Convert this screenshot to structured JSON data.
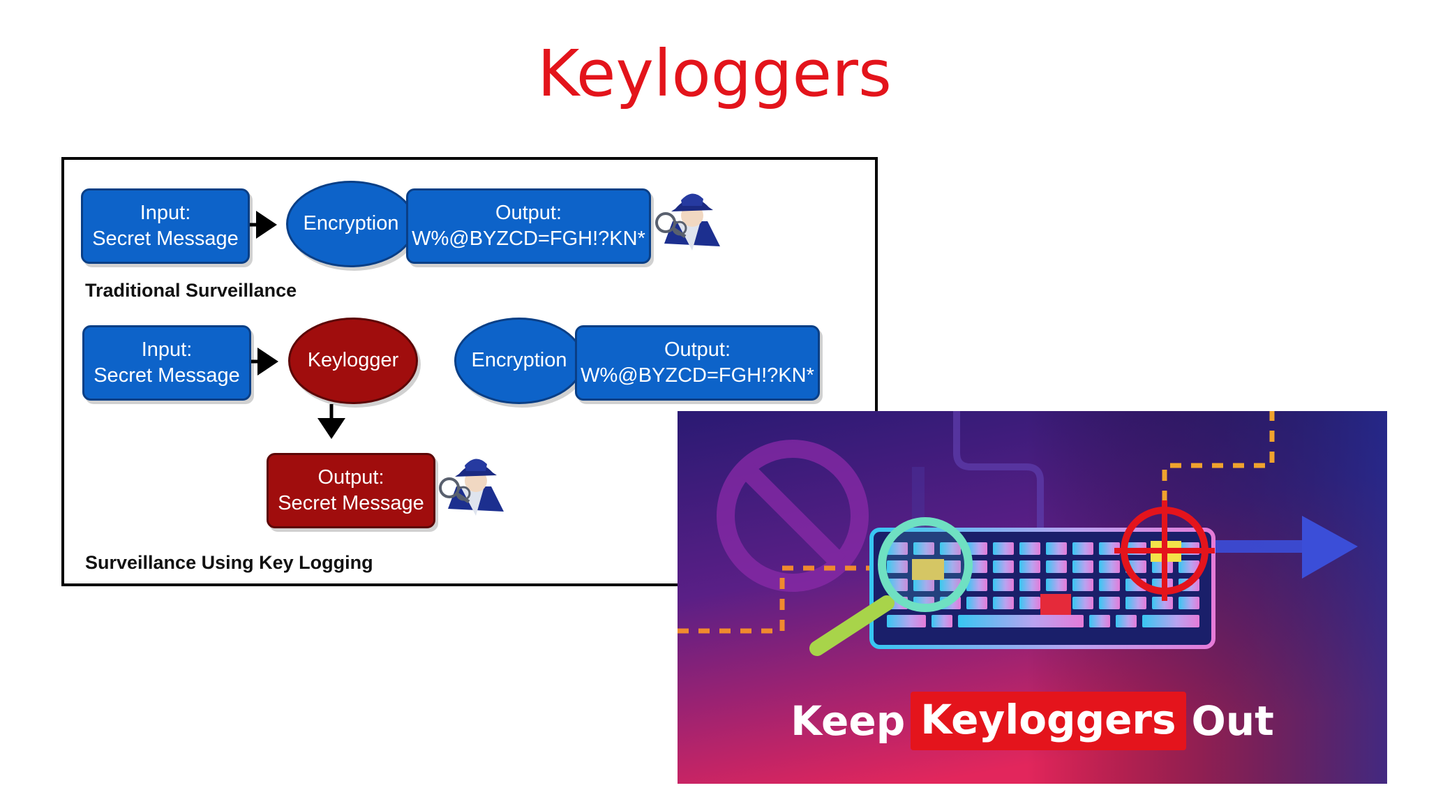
{
  "slide": {
    "title": "Keyloggers"
  },
  "diagram": {
    "traditional": {
      "input_line1": "Input:",
      "input_line2": "Secret Message",
      "encryption": "Encryption",
      "output_line1": "Output:",
      "output_line2": "W%@BYZCD=FGH!?KN*",
      "caption": "Traditional Surveillance"
    },
    "keylogging": {
      "input_line1": "Input:",
      "input_line2": "Secret Message",
      "keylogger": "Keylogger",
      "encryption": "Encryption",
      "output_line1": "Output:",
      "output_line2": "W%@BYZCD=FGH!?KN*",
      "captured_line1": "Output:",
      "captured_line2": "Secret Message",
      "caption": "Surveillance Using Key Logging"
    },
    "colors": {
      "blue_box": "#0d63c9",
      "red_box": "#a00d0d",
      "title": "#e3141b"
    },
    "icons": [
      "spy-icon",
      "spy-icon"
    ]
  },
  "banner": {
    "word1": "Keep",
    "word2": "Keyloggers",
    "word3": "Out",
    "icons": [
      "prohibition-icon",
      "keyboard-icon",
      "magnifier-icon",
      "crosshair-icon",
      "arrow-right-icon"
    ],
    "colors": {
      "highlight": "#e4141c",
      "bg_top": "#2b1d7a",
      "bg_bottom": "#e0245e"
    }
  }
}
